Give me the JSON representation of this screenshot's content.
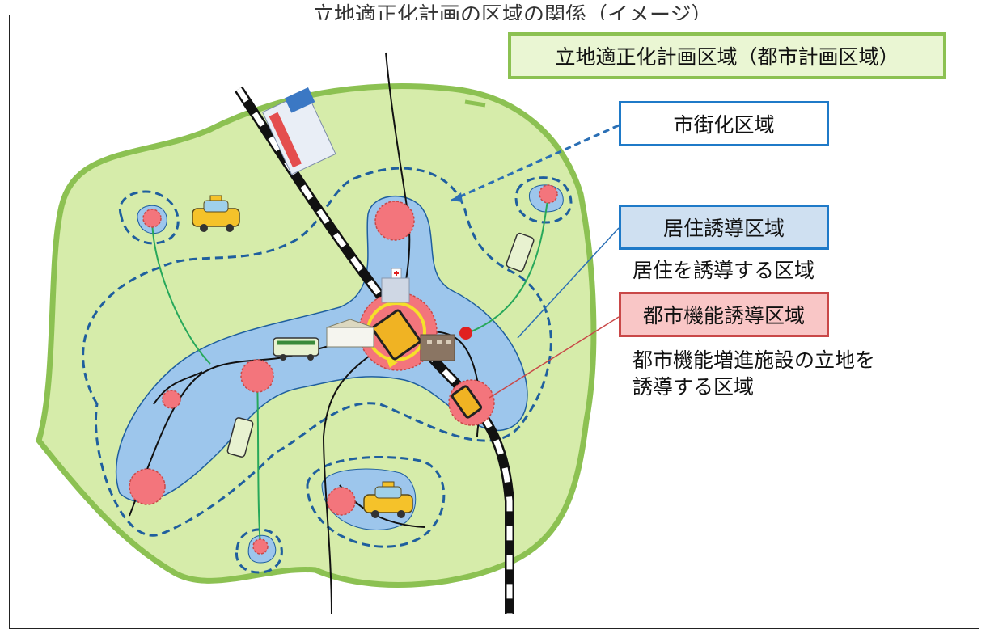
{
  "header": {
    "title": "立地適正化計画の区域の関係（イメージ）"
  },
  "labels": {
    "planning_area": "立地適正化計画区域（都市計画区域）",
    "urbanization_area": "市街化区域",
    "residential_area": "居住誘導区域",
    "urban_function_area": "都市機能誘導区域"
  },
  "descriptions": {
    "residential_line1": "居住を誘導する区域",
    "urban_function_line1": "都市機能増進施設の立地を",
    "urban_function_line2": "誘導する区域"
  },
  "colors": {
    "planning_fill": "#d6ecaa",
    "planning_border": "#8cc152",
    "residential_fill": "#9dc6ec",
    "urbanization_dash": "#1f5f9e",
    "hub_fill": "#f3757c",
    "bus_line": "#27a85a",
    "rail": "#111111"
  }
}
